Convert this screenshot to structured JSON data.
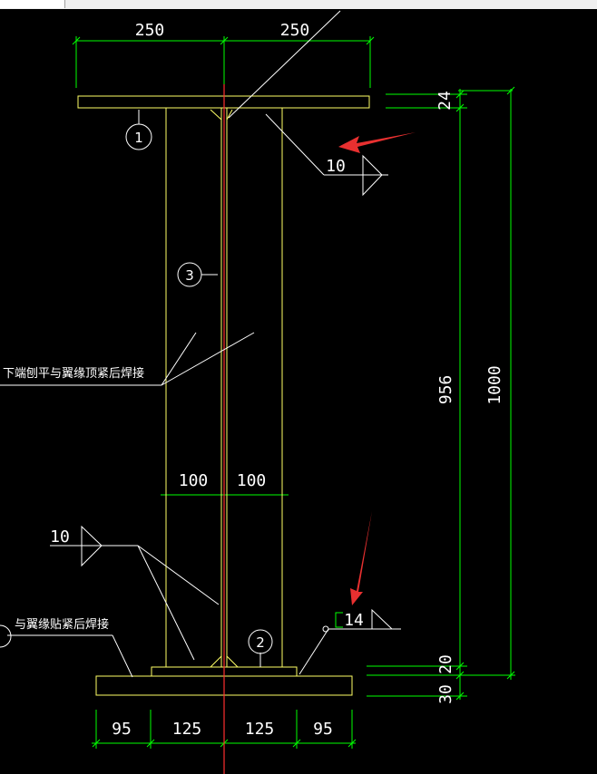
{
  "window": {
    "tab_label": ""
  },
  "dimensions": {
    "top_left_width": "250",
    "top_right_width": "250",
    "top_flange_thickness": "24",
    "web_height": "956",
    "total_height": "1000",
    "mid_left": "100",
    "mid_right": "100",
    "base_plate_gap": "20",
    "base_plate_thickness": "30",
    "bottom_segments": [
      "95",
      "125",
      "125",
      "95"
    ]
  },
  "callouts": {
    "part_1": "1",
    "part_2": "2",
    "part_3": "3"
  },
  "welds": {
    "top_weld_size": "10",
    "left_weld_size": "10",
    "right_weld_size": "14",
    "right_weld_prefix": "C"
  },
  "notes": {
    "upper_left": "下端刨平与翼缘顶紧后焊接",
    "lower_left": "与翼缘贴紧后焊接"
  },
  "colors": {
    "background": "#000000",
    "outline": "#ffff66",
    "dimension": "#00ff00",
    "centerline": "#ff3030",
    "text": "#ffffff",
    "arrow": "#e83030"
  }
}
